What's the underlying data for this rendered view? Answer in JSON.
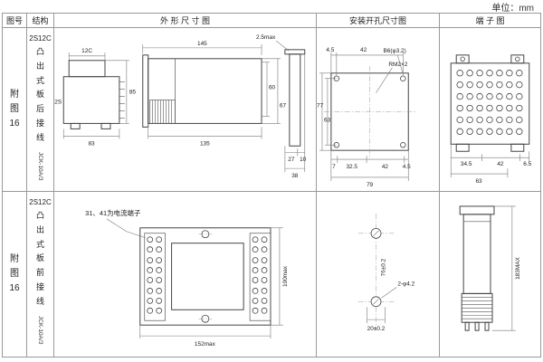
{
  "page": {
    "unit": "单位：mm"
  },
  "header": {
    "figure": "图号",
    "structure": "结构",
    "outline": "外 形 尺 寸 图",
    "mounting": "安装开孔尺寸图",
    "terminal": "端 子 图"
  },
  "rows": [
    {
      "figure": "附图16",
      "model": "2S12C",
      "desc": "凸出式板后接线",
      "code": "JCK-10A/3",
      "outline": {
        "front_top": "12C",
        "front_left": "2S",
        "front_bottom": "83",
        "front_right": "85",
        "side_top": "145",
        "side_right_inner": "60",
        "side_right_outer": "67",
        "side_bottom": "135",
        "profile_top": "2.5max",
        "profile_depth1": "27",
        "profile_depth2": "10",
        "profile_total": "38"
      },
      "mounting": {
        "top_offset": "4.5",
        "top_pitch": "42",
        "hole_note": "B6(φ3.2)",
        "thread_note": "RM2×2",
        "left_total": "77",
        "left_inner": "63",
        "bottom_1": "7",
        "bottom_2": "32.5",
        "bottom_3": "42",
        "bottom_4": "4.5",
        "bottom_total": "79"
      },
      "terminal": {
        "dim_1": "34.5",
        "dim_2": "42",
        "dim_3": "63",
        "dim_4": "6.5"
      }
    },
    {
      "figure": "附图16",
      "model": "2S12C",
      "desc": "凸出式板前接线",
      "code": "JCK-10A/3",
      "outline": {
        "note": "31、41为电流端子",
        "width": "152max",
        "height": "100max"
      },
      "mounting": {
        "pitch_v": "76±0.2",
        "holes": "2-φ4.2",
        "pitch_h": "20±0.2"
      },
      "terminal": {
        "height": "183MAX"
      }
    }
  ]
}
